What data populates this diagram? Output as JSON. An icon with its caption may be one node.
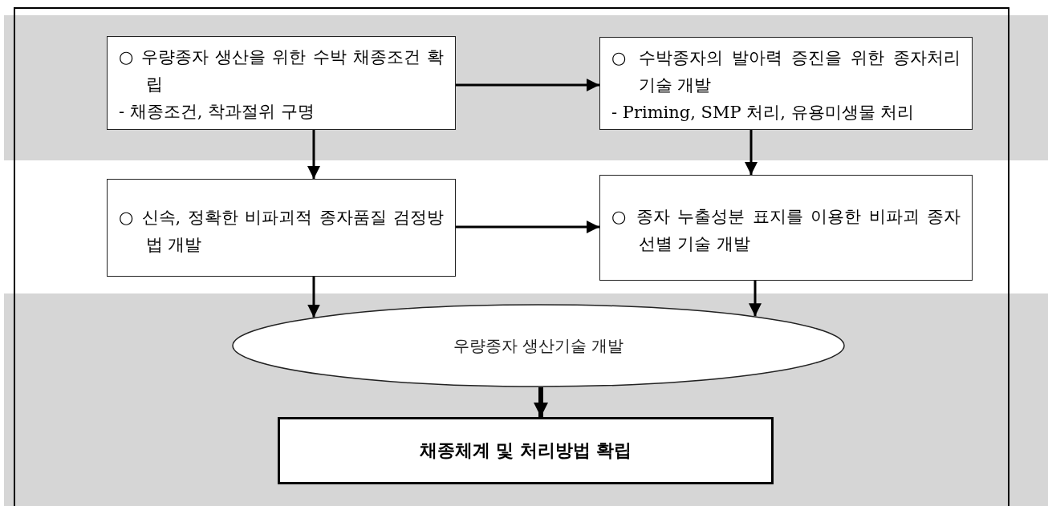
{
  "diagram": {
    "nodes": [
      {
        "text": [
          "○ 우량종자 생산을 위한 수박 채종조건 확립",
          "- 채종조건, 착과절위 구명"
        ]
      },
      {
        "text": [
          "○ 수박종자의 발아력 증진을 위한 종자처리 기술 개발",
          "- Priming, SMP 처리, 유용미생물 처리"
        ]
      },
      {
        "text": [
          "○ 신속, 정확한 비파괴적 종자품질 검정방법 개발"
        ]
      },
      {
        "text": [
          "○ 종자 누출성분 표지를 이용한 비파괴 종자선별 기술 개발"
        ]
      },
      {
        "text": [
          "우량종자 생산기술 개발"
        ]
      },
      {
        "text": [
          "채종체계 및 처리방법 확립"
        ]
      }
    ],
    "edges": [
      {
        "from": 0,
        "to": 1,
        "arrow": "to"
      },
      {
        "from": 0,
        "to": 2,
        "arrow": "to"
      },
      {
        "from": 1,
        "to": 3,
        "arrow": "to"
      },
      {
        "from": 2,
        "to": 3,
        "arrow": "to"
      },
      {
        "from": 2,
        "to": 4,
        "arrow": "to"
      },
      {
        "from": 3,
        "to": 4,
        "arrow": "to"
      },
      {
        "from": 4,
        "to": 5,
        "arrow": "to",
        "style": "thick"
      }
    ]
  }
}
